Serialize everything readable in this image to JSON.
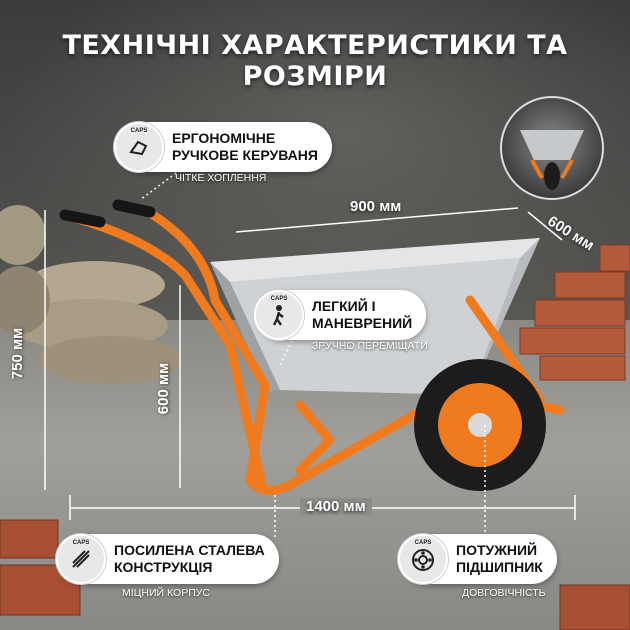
{
  "title": "ТЕХНІЧНІ ХАРАКТЕРИСТИКИ ТА РОЗМІРИ",
  "dimensions": {
    "length_top": "900 мм",
    "width": "600 мм",
    "height_total": "750 мм",
    "height_tray": "600 мм",
    "length_total": "1400 мм"
  },
  "features": [
    {
      "icon": "hand-grip-icon",
      "caps": "CAPS",
      "title_line1": "ЕРГОНОМІЧНЕ",
      "title_line2": "РУЧКОВЕ КЕРУВАНЯ",
      "subtitle": "ЧІТКЕ ХОПЛЕННЯ"
    },
    {
      "icon": "walking-person-icon",
      "caps": "CAPS",
      "title_line1": "ЛЕГКИЙ І",
      "title_line2": "МАНЕВРЕНИЙ",
      "subtitle": "ЗРУЧНО ПЕРЕМІЩАТИ"
    },
    {
      "icon": "reinforced-steel-icon",
      "caps": "CAPS",
      "title_line1": "ПОСИЛЕНА СТАЛЕВА",
      "title_line2": "КОНСТРУКЦІЯ",
      "subtitle": "МІЦНИЙ КОРПУС"
    },
    {
      "icon": "bearing-icon",
      "caps": "CAPS",
      "title_line1": "ПОТУЖНИЙ",
      "title_line2": "ПІДШИПНИК",
      "subtitle": "ДОВГОВІЧНІСТЬ"
    }
  ],
  "colors": {
    "frame": "#f07a1e",
    "tray": "#c9ccce",
    "tire": "#1c1c1c"
  }
}
